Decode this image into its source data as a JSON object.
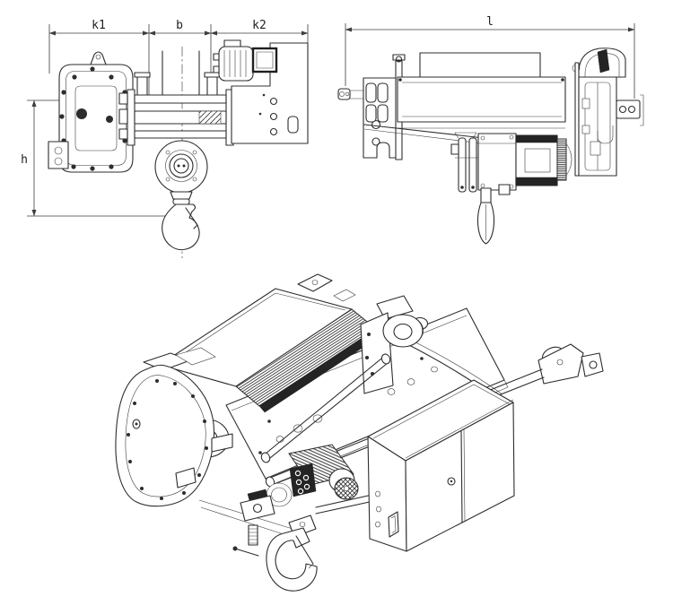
{
  "drawing": {
    "kind": "technical dimension drawing",
    "views": [
      "front-view",
      "side-view",
      "isometric-view"
    ]
  },
  "dimensions": {
    "k1": "k1",
    "b": "b",
    "k2": "k2",
    "h": "h",
    "l": "l"
  },
  "colors": {
    "background": "#ffffff",
    "line": "#2d2d2d",
    "dimension_line": "#3d3d3d",
    "text": "#1e1e1e"
  }
}
